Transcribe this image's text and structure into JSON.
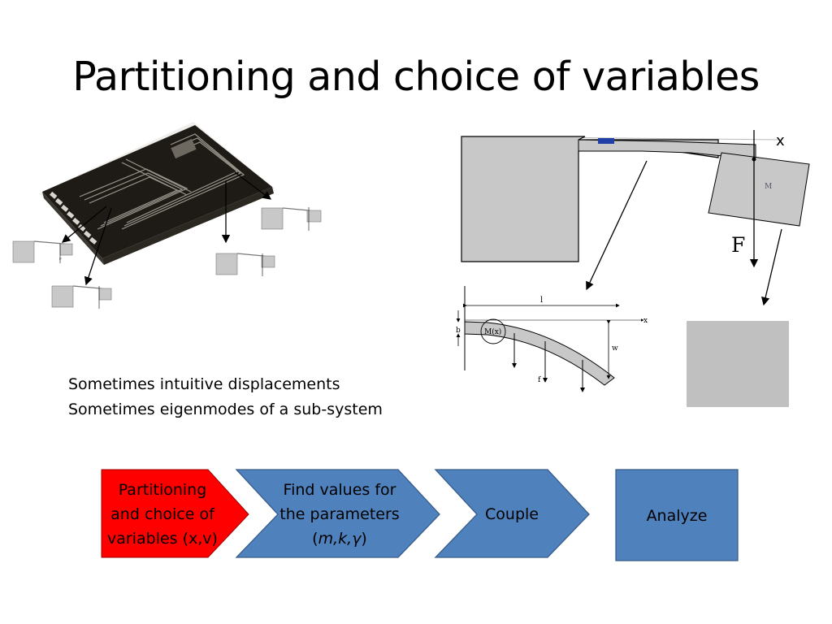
{
  "title": "Partitioning and choice of variables",
  "notes": [
    "Sometimes intuitive displacements",
    "Sometimes eigenmodes of a sub-system"
  ],
  "labels": {
    "x_marker": "x",
    "mass": "M",
    "force": "F",
    "length": "l",
    "moment": "M(x)",
    "b": "b",
    "f": "f",
    "w": "w",
    "x_axis": "x",
    "small_force": "F"
  },
  "flow": {
    "step1": [
      "Partitioning",
      "and choice of",
      "variables (x,v)"
    ],
    "step2_lines": [
      "Find values for",
      "the parameters"
    ],
    "step2_params": "m,k,γ",
    "step3": "Couple",
    "step4": "Analyze"
  },
  "colors": {
    "active_step": "#ff0000",
    "step": "#4f81bd",
    "step_border": "#385d8a",
    "device": "#1e1b17",
    "gray_fill": "#c0c0c0"
  }
}
